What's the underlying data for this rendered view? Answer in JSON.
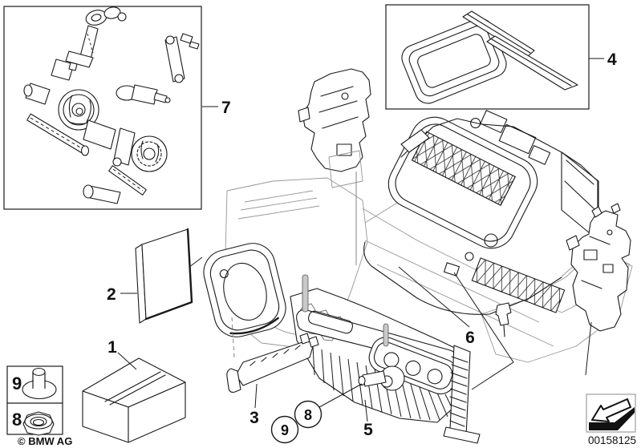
{
  "page": {
    "background": "#ffffff",
    "type": "parts-diagram"
  },
  "callouts": {
    "part1": "1",
    "part2": "2",
    "part3": "3",
    "part4": "4",
    "part5": "5",
    "part6": "6",
    "part7": "7"
  },
  "circled_callouts": {
    "c8": "8",
    "c9": "9"
  },
  "legend": {
    "row9": {
      "label": "9",
      "icon": "grommet-icon"
    },
    "row8": {
      "label": "8",
      "icon": "nut-icon"
    }
  },
  "footer": {
    "copyright": "© BMW AG",
    "document_number": "00158125",
    "nav_icon": "back-arrow-icon"
  },
  "colors": {
    "line": "#1a1a1a",
    "light_line": "#969696",
    "arrow_box_border": "#ababab"
  }
}
